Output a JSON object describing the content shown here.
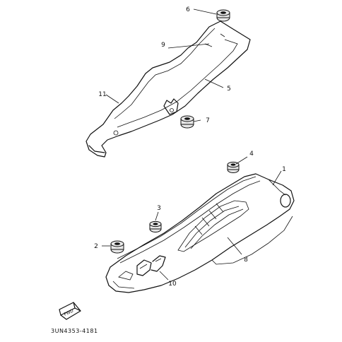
{
  "diagram": {
    "callouts": [
      {
        "id": "6",
        "label": "6"
      },
      {
        "id": "9",
        "label": "9"
      },
      {
        "id": "11",
        "label": "11"
      },
      {
        "id": "5",
        "label": "5"
      },
      {
        "id": "7",
        "label": "7"
      },
      {
        "id": "4",
        "label": "4"
      },
      {
        "id": "1",
        "label": "1"
      },
      {
        "id": "3",
        "label": "3"
      },
      {
        "id": "2",
        "label": "2"
      },
      {
        "id": "8",
        "label": "8"
      },
      {
        "id": "10",
        "label": "10"
      }
    ],
    "fwd_badge": "FWD",
    "reference_code": "3UN4353-4181"
  }
}
